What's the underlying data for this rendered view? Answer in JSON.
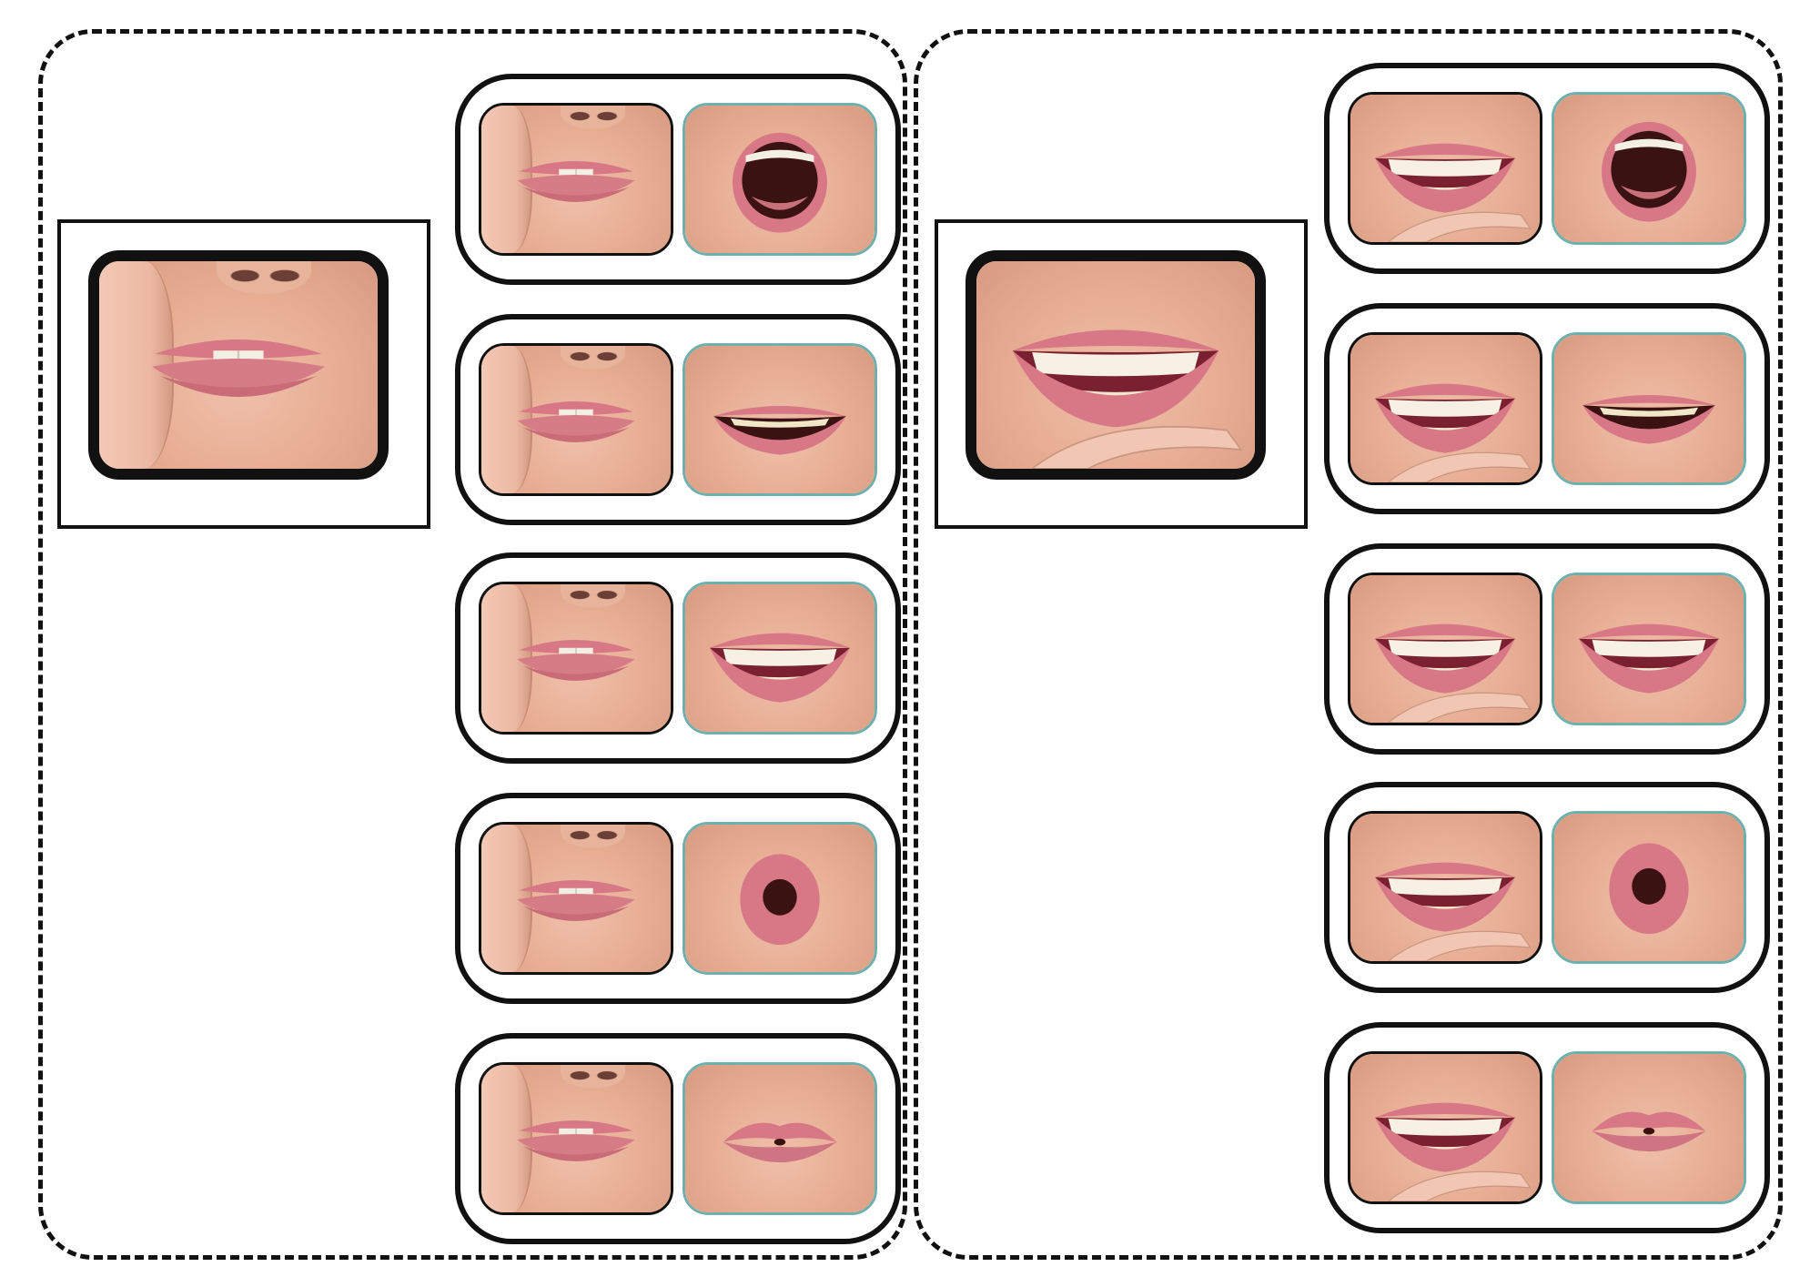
{
  "colors": {
    "outline": "#111111",
    "accent_border": "#6fb0ad",
    "lip": "#d87886",
    "skin": "#e6ac92"
  },
  "panels": [
    {
      "name": "left-panel",
      "main": "tongue-between-teeth",
      "pairs": [
        {
          "first": "tongue-between-teeth",
          "second": "wide-open-mouth"
        },
        {
          "first": "tongue-between-teeth",
          "second": "slight-smile-open"
        },
        {
          "first": "tongue-between-teeth",
          "second": "teeth-smile"
        },
        {
          "first": "tongue-between-teeth",
          "second": "rounded-o-lips"
        },
        {
          "first": "tongue-between-teeth",
          "second": "pursed-lips"
        }
      ]
    },
    {
      "name": "right-panel",
      "main": "teeth-smile",
      "pairs": [
        {
          "first": "teeth-smile",
          "second": "wide-open-mouth"
        },
        {
          "first": "teeth-smile",
          "second": "slight-smile-open"
        },
        {
          "first": "teeth-smile",
          "second": "teeth-smile"
        },
        {
          "first": "teeth-smile",
          "second": "rounded-o-lips"
        },
        {
          "first": "teeth-smile",
          "second": "pursed-lips"
        }
      ]
    }
  ]
}
